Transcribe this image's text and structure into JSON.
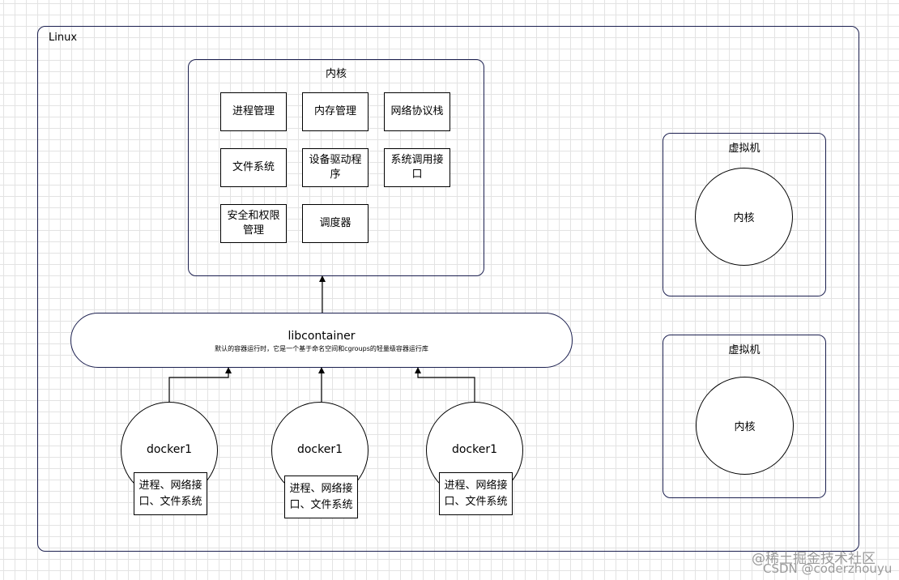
{
  "linux": {
    "label": "Linux"
  },
  "kernel": {
    "title": "内核",
    "modules": [
      {
        "name": "process-management-box",
        "label": "进程管理"
      },
      {
        "name": "memory-management-box",
        "label": "内存管理"
      },
      {
        "name": "network-stack-box",
        "label": "网络协议栈"
      },
      {
        "name": "file-system-box",
        "label": "文件系统"
      },
      {
        "name": "device-driver-box",
        "label": "设备驱动程序"
      },
      {
        "name": "syscall-interface-box",
        "label": "系统调用接口"
      },
      {
        "name": "security-permission-box",
        "label": "安全和权限管理"
      },
      {
        "name": "scheduler-box",
        "label": "调度器"
      }
    ]
  },
  "libcontainer": {
    "title": "libcontainer",
    "description": "默认的容器运行时，它是一个基于命名空间和cgroups的轻量级容器运行库"
  },
  "dockers": [
    {
      "label": "docker1",
      "resources": "进程、网络接口、文件系统"
    },
    {
      "label": "docker1",
      "resources": "进程、网络接口、文件系统"
    },
    {
      "label": "docker1",
      "resources": "进程、网络接口、文件系统"
    }
  ],
  "vms": [
    {
      "title": "虚拟机",
      "kernel": "内核"
    },
    {
      "title": "虚拟机",
      "kernel": "内核"
    }
  ],
  "watermark": {
    "line1": "@稀土掘金技术社区",
    "line2": "CSDN @coderzhouyu"
  }
}
